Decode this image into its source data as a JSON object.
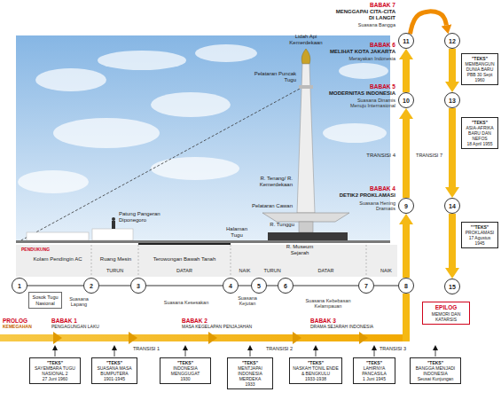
{
  "diagram": {
    "nodes": [
      {
        "text": [
          "1"
        ]
      },
      {
        "text": [
          "2"
        ]
      },
      {
        "text": [
          "3"
        ]
      },
      {
        "text": [
          "4"
        ]
      },
      {
        "text": [
          "5"
        ]
      },
      {
        "text": [
          "6"
        ]
      },
      {
        "text": [
          "7"
        ]
      },
      {
        "text": [
          "8"
        ]
      },
      {
        "text": [
          "9"
        ]
      },
      {
        "text": [
          "10"
        ]
      },
      {
        "text": [
          "11"
        ]
      },
      {
        "text": [
          "12"
        ]
      },
      {
        "text": [
          "13"
        ]
      },
      {
        "text": [
          "14"
        ]
      },
      {
        "text": [
          "15"
        ]
      },
      {
        "text": [
          "Sosok Tugu Nasional"
        ]
      },
      {
        "text": [
          "\"TEKS\"",
          "SAYEMBARA TUGU NASIONAL 2",
          "27 Juni 1960"
        ]
      },
      {
        "text": [
          "\"TEKS\"",
          "SUASANA MASA BUMPUTERA",
          "1901-1945"
        ]
      },
      {
        "text": [
          "\"TEKS\"",
          "INDONESIA MENGGUGAT",
          "1930"
        ]
      },
      {
        "text": [
          "\"TEKS\"",
          "MENTJAPAI INDONESIA MERDEKA",
          "1933"
        ]
      },
      {
        "text": [
          "\"TEKS\"",
          "NASKAH TONIL ENDE & BENGKULU",
          "1933-1938"
        ]
      },
      {
        "text": [
          "\"TEKS\"",
          "LAHIRNYA PANCASILA",
          "1 Juni 1945"
        ]
      },
      {
        "text": [
          "\"TEKS\"",
          "BANGGA MENJADI INDONESIA",
          "Seusai Kunjungan"
        ]
      },
      {
        "text": [
          "\"TEKS\"",
          "MEMBANGUN DUNIA BARU",
          "PBB 30 Sept 1960"
        ]
      },
      {
        "text": [
          "\"TEKS\"",
          "ASIA-AFRIKA BARU DAN NEFOS",
          "18 April 1955"
        ]
      },
      {
        "text": [
          "\"\"TEKS\"",
          "PROKLAMASI",
          "17 Agustus 1945"
        ]
      },
      {
        "text": [
          "EPILOG",
          "MEMORI DAN KATARSIS"
        ]
      }
    ],
    "edges": [
      {
        "from": 0,
        "to": 1,
        "arrow": "none"
      },
      {
        "from": 1,
        "to": 2,
        "arrow": "none",
        "label": "TURUN"
      },
      {
        "from": 2,
        "to": 3,
        "arrow": "none",
        "label": "DATAR"
      },
      {
        "from": 3,
        "to": 4,
        "arrow": "none",
        "label": "NAIK"
      },
      {
        "from": 4,
        "to": 5,
        "arrow": "none",
        "label": "TURUN"
      },
      {
        "from": 5,
        "to": 6,
        "arrow": "none",
        "label": "DATAR"
      },
      {
        "from": 6,
        "to": 7,
        "arrow": "none",
        "label": "NAIK"
      },
      {
        "from": 7,
        "to": 8,
        "arrow": "to"
      },
      {
        "from": 8,
        "to": 9,
        "arrow": "to"
      },
      {
        "from": 9,
        "to": 10,
        "arrow": "to"
      },
      {
        "from": 10,
        "to": 11,
        "arrow": "to"
      },
      {
        "from": 11,
        "to": 12,
        "arrow": "to"
      },
      {
        "from": 12,
        "to": 13,
        "arrow": "to"
      },
      {
        "from": 13,
        "to": 14,
        "arrow": "to"
      }
    ],
    "labels": [
      "PENDUKUNG",
      "Kolam Pendingin AC",
      "Ruang Mesin",
      "Terowongan Bawah Tanah",
      "Halaman Tugu",
      "R. Museum Sejarah",
      "R. Tunggu",
      "Pelataran Cawan",
      "R. Tenang/ R. Kemerdekaan",
      "Pelataran Puncak Tugu",
      "Lidah Api Kemerdekaan",
      "Patung Pangeran Diponegoro",
      "BABAK 7",
      "MENGGAPAI CITA-CITA DI LANGIT",
      "Suasana Bangga",
      "BABAK 6",
      "MELIHAT KOTA JAKARTA",
      "Merayakan Indonesia",
      "BABAK 5",
      "MODERNITAS INDONESIA",
      "Suasana Dinamis Menuju Internasional",
      "TRANSISI 4",
      "TRANSISI 7",
      "BABAK 4",
      "DETIK2 PROKLAMASI",
      "Suasana Hening Dramatis",
      "Suasana Lapang",
      "Suasana Kesesakan",
      "Suasana Kejutan",
      "Suasana Kebebasan Kelampauan",
      "PROLOG",
      "KEMEGAHAN",
      "BABAK 1",
      "PENGAGUNGAN LAKU",
      "TRANSISI 1",
      "BABAK 2",
      "MASA KEGELAPAN PENJAJAHAN",
      "TRANSISI 2",
      "BABAK 3",
      "DRAMA SEJARAH INDONESIA",
      "TRANSISI 3"
    ]
  }
}
